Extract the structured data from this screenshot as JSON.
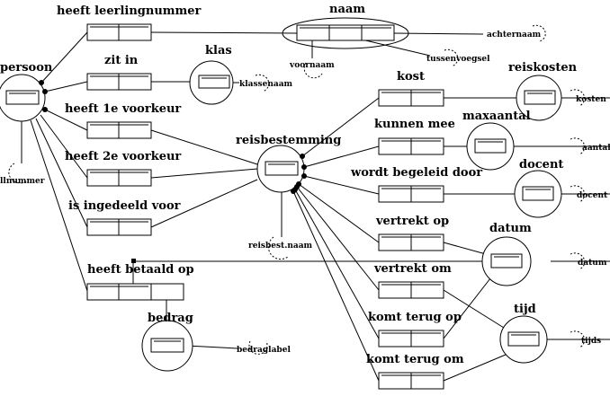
{
  "entities": {
    "persoon": "persoon",
    "klas": "klas",
    "naam": "naam",
    "reisbestemming": "reisbestemming",
    "reiskosten": "reiskosten",
    "maxaantal": "maxaantal",
    "docent": "docent",
    "datum": "datum",
    "tijd": "tijd",
    "bedrag": "bedrag"
  },
  "facts": {
    "heeft_leerlingnummer": "heeft leerlingnummer",
    "zit_in": "zit in",
    "heeft_1e_voorkeur": "heeft 1e voorkeur",
    "heeft_2e_voorkeur": "heeft 2e voorkeur",
    "is_ingedeeld_voor": "is ingedeeld voor",
    "heeft_betaald_op": "heeft betaald op",
    "kost": "kost",
    "kunnen_mee": "kunnen mee",
    "wordt_begeleid_door": "wordt begeleid door",
    "vertrekt_op": "vertrekt op",
    "vertrekt_om": "vertrekt om",
    "komt_terug_op": "komt terug op",
    "komt_terug_om": "komt terug om"
  },
  "labels": {
    "achternaam": "achternaam",
    "voornaam": "voornaam",
    "tussenvoegsel": "tussenvoegsel",
    "klassenaam": "klassenaam",
    "llnummer": "llnummer",
    "reisbest_naam": "reisbest.naam",
    "kosten": "kosten",
    "aantal": "aantal",
    "docent": "docent",
    "datum": "datum",
    "tijds": "tijds",
    "bedraglabel": "bedraglabel"
  }
}
